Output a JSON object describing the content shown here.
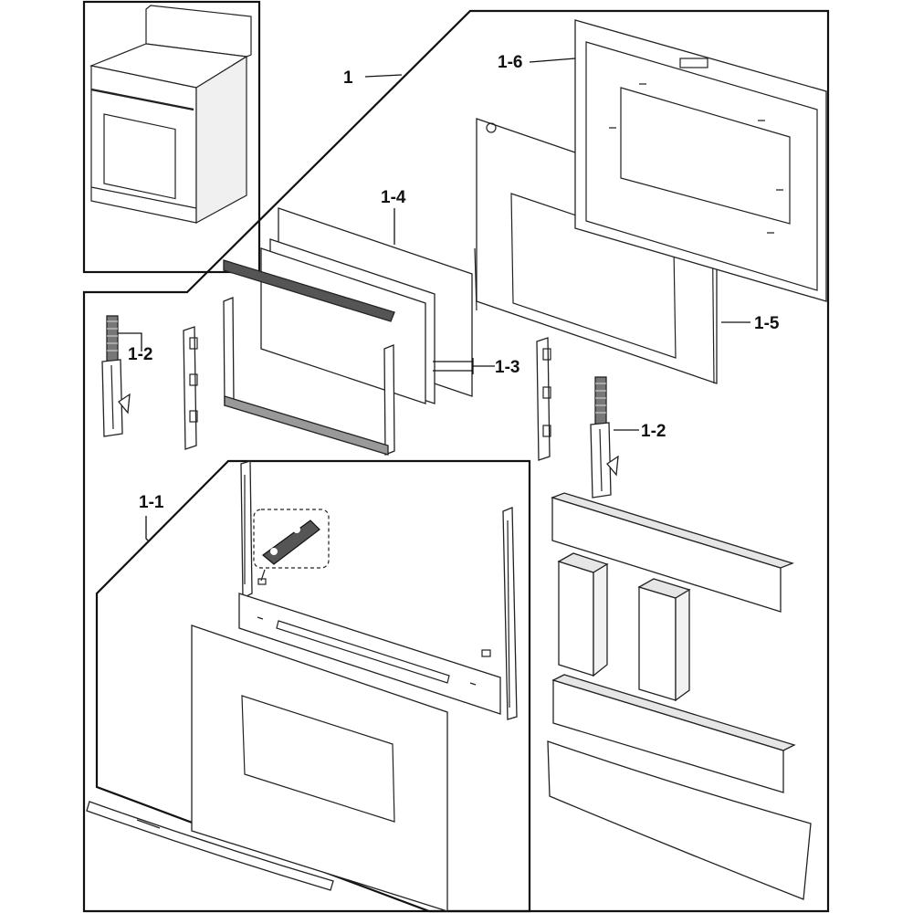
{
  "diagram": {
    "labels": {
      "assembly": "1",
      "outer_door": "1-1",
      "hinge_left": "1-2",
      "hinge_right": "1-2",
      "glass_panes": "1-3",
      "glass_frame": "1-4",
      "inner_frame": "1-5",
      "inner_door": "1-6"
    },
    "colors": {
      "line": "#111111",
      "part_fill": "#ffffff",
      "shade": "#d9d9d9",
      "dark": "#555555"
    }
  }
}
